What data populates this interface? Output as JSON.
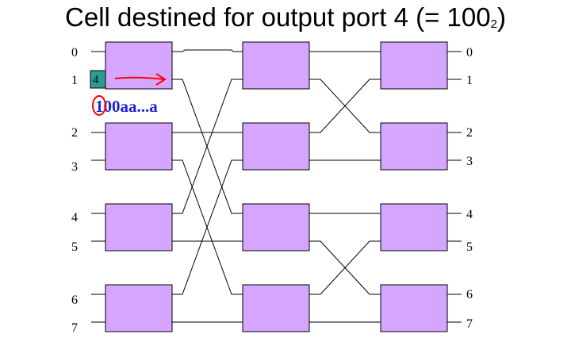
{
  "title": {
    "text": "Cell destined for output port 4 (= 100",
    "subscript": "2",
    "suffix": ")"
  },
  "input_ports": [
    "0",
    "1",
    "2",
    "3",
    "4",
    "5",
    "6",
    "7"
  ],
  "output_ports": [
    "0",
    "1",
    "2",
    "3",
    "4",
    "5",
    "6",
    "7"
  ],
  "cell": {
    "label": "4",
    "address": "100aa...a",
    "color": "#2a9d8f"
  },
  "colors": {
    "switch_fill": "#d5a6ff",
    "annotation": "#ff0000",
    "address_text": "#1f1fd6"
  }
}
